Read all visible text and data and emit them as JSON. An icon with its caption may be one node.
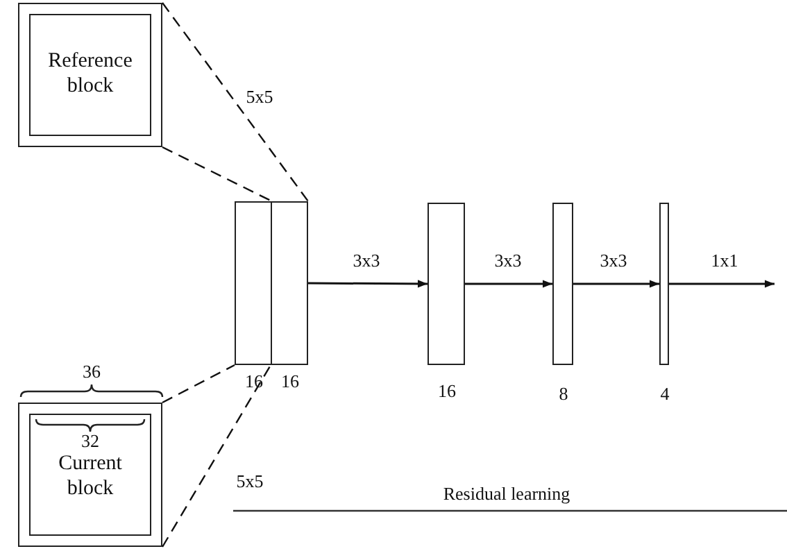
{
  "diagram": {
    "nodes": [
      {
        "text": [],
        "shape": "box"
      },
      {
        "text": [
          "Reference block"
        ],
        "in": 0
      },
      {
        "text": [],
        "shape": "box",
        "beside": [
          "36"
        ]
      },
      {
        "text": [
          "32",
          "Current block"
        ],
        "in": 2
      },
      {
        "text": [],
        "shape": "box",
        "beside": [
          "16"
        ]
      },
      {
        "text": [],
        "shape": "box",
        "beside": [
          "16"
        ]
      },
      {
        "text": [],
        "shape": "box",
        "beside": [
          "16"
        ]
      },
      {
        "text": [],
        "shape": "box",
        "beside": [
          "8"
        ]
      },
      {
        "text": [],
        "shape": "box",
        "beside": [
          "4"
        ]
      }
    ],
    "edges": [
      {
        "from": 0,
        "to": 5,
        "arrow": "none",
        "style": "dashed",
        "label": "5x5"
      },
      {
        "from": 0,
        "to": 4,
        "arrow": "none",
        "style": "dashed"
      },
      {
        "from": 2,
        "to": 4,
        "arrow": "none",
        "style": "dashed"
      },
      {
        "from": 2,
        "to": 5,
        "arrow": "none",
        "style": "dashed",
        "label": "5x5"
      },
      {
        "from": 5,
        "to": 6,
        "arrow": "to",
        "label": "3x3"
      },
      {
        "from": 6,
        "to": 7,
        "arrow": "to",
        "label": "3x3"
      },
      {
        "from": 7,
        "to": 8,
        "arrow": "to",
        "label": "3x3"
      },
      {
        "from": 8,
        "to": null,
        "arrow": "to",
        "label": "1x1"
      }
    ],
    "labels": [
      "Residual learning"
    ]
  }
}
